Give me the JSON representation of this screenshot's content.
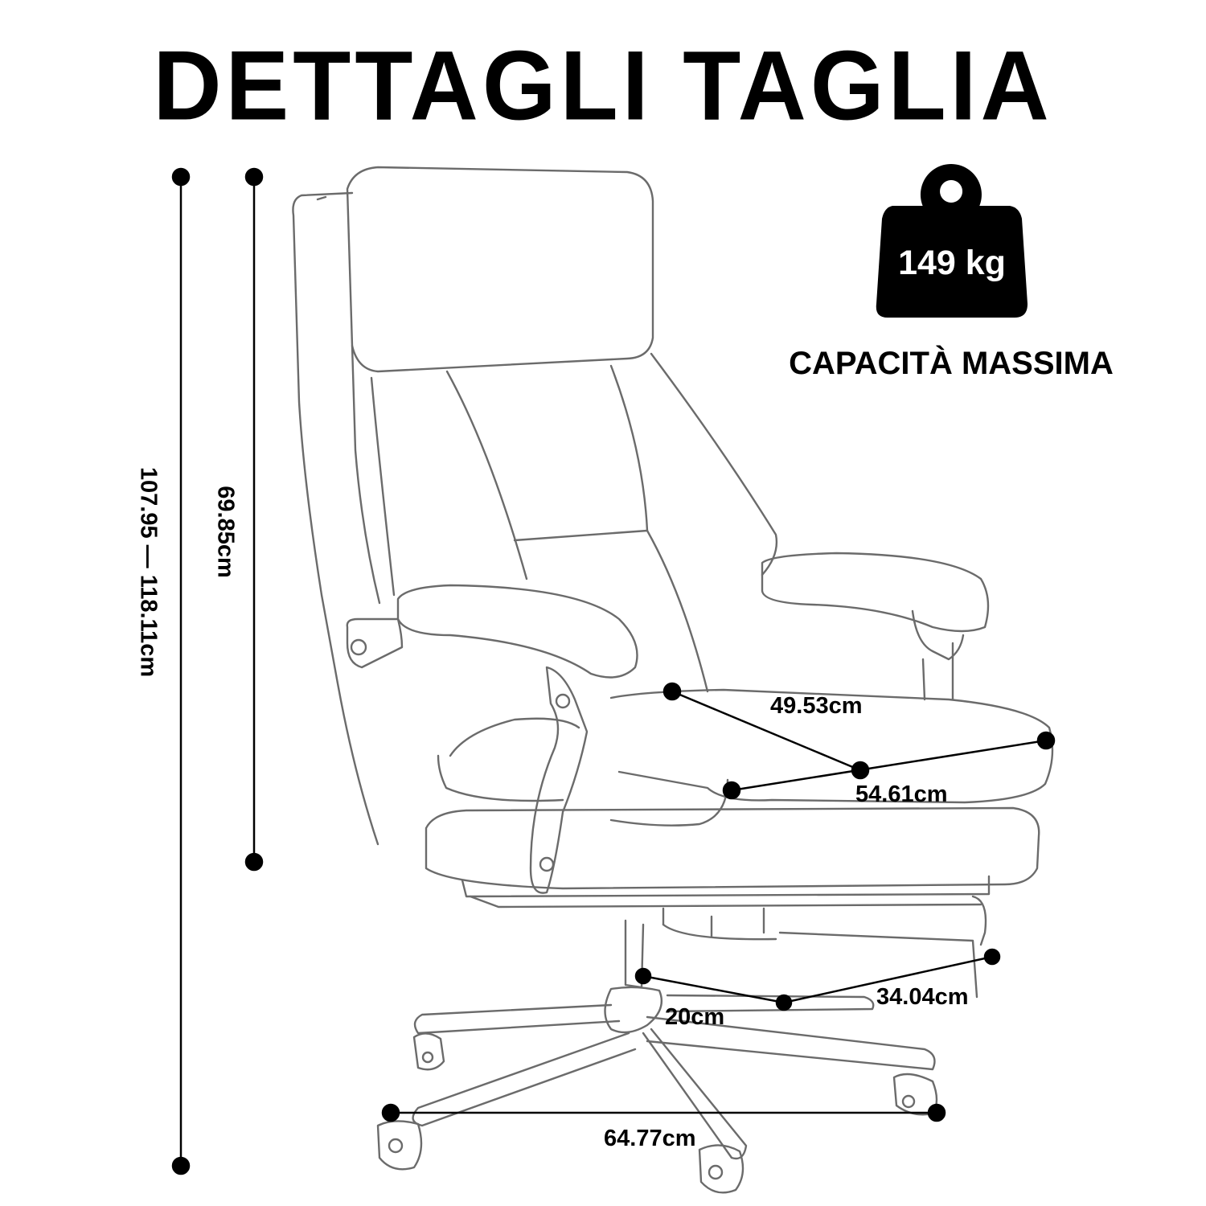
{
  "title": "DETTAGLI TAGLIA",
  "weight": {
    "value": "149 kg",
    "caption": "CAPACITÀ MASSIMA",
    "icon": "weight-icon"
  },
  "dimensions": {
    "total_height": "107.95 — 118.11cm",
    "backrest_height": "69.85cm",
    "seat_depth": "49.53cm",
    "seat_width": "54.61cm",
    "footrest_depth": "20cm",
    "footrest_width": "34.04cm",
    "base_width": "64.77cm"
  },
  "colors": {
    "ink": "#000000",
    "outline": "#6b6b6b",
    "background": "#ffffff"
  }
}
